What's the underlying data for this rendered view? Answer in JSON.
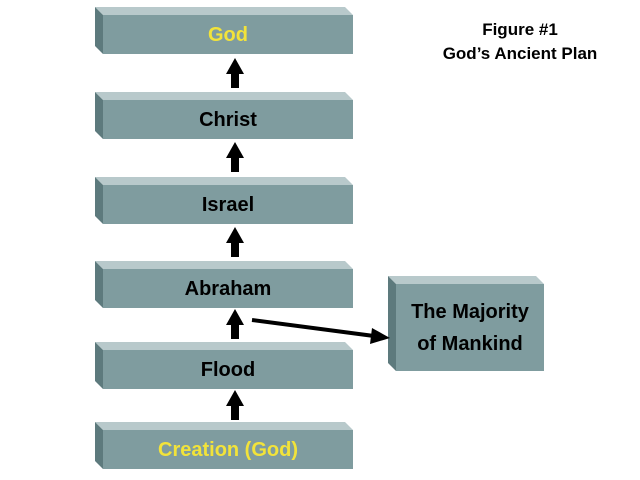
{
  "figure": {
    "title_line1": "Figure #1",
    "title_line2": "God’s Ancient Plan"
  },
  "stack": [
    {
      "label": "God",
      "highlight": true
    },
    {
      "label": "Christ",
      "highlight": false
    },
    {
      "label": "Israel",
      "highlight": false
    },
    {
      "label": "Abraham",
      "highlight": false
    },
    {
      "label": "Flood",
      "highlight": false
    },
    {
      "label": "Creation (God)",
      "highlight": true
    }
  ],
  "side_box": {
    "line1": "The Majority",
    "line2": "of Mankind"
  },
  "colors": {
    "box_face": "#7f9c9f",
    "highlight_text": "#f2e33a"
  }
}
